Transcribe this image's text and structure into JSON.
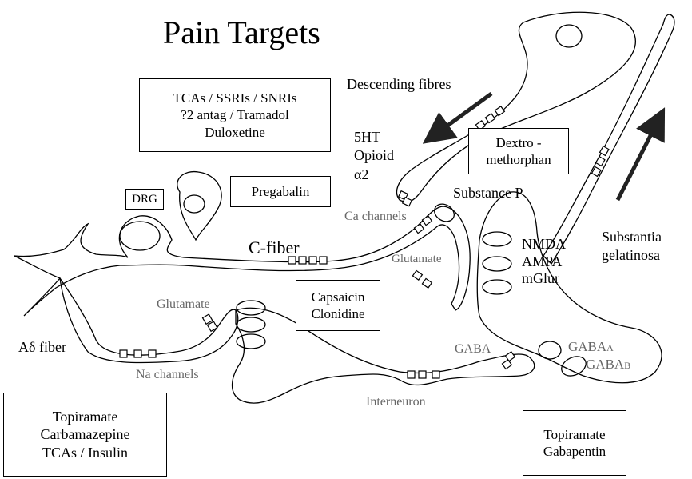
{
  "title": "Pain Targets",
  "boxes": {
    "antidepressants": [
      "TCAs  / SSRIs / SNRIs",
      "?2 antag   / Tramadol",
      "Duloxetine"
    ],
    "pregabalin": "Pregabalin",
    "dextromethorphan": [
      "Dextro -",
      "methorphan"
    ],
    "drg": "DRG",
    "capsaicin": [
      "Capsaicin",
      "Clonidine"
    ],
    "topiramate_left": [
      "Topiramate",
      "Carbamazepine",
      "TCAs / Insulin"
    ],
    "topiramate_right": [
      "Topiramate",
      "Gabapentin"
    ]
  },
  "labels": {
    "descending": "Descending fibres",
    "targets_5ht": [
      "5HT",
      "Opioid",
      "α2"
    ],
    "substance_p": "Substance P",
    "ca_channels": "Ca channels",
    "c_fiber": "C-fiber",
    "glutamate_upper": "Glutamate",
    "receptors": [
      "NMDA",
      "AMPA",
      "mGlur"
    ],
    "substantia": [
      "Substantia",
      "gelatinosa"
    ],
    "glutamate_lower": "Glutamate",
    "a_delta": "Aδ fiber",
    "na_channels": "Na channels",
    "gaba": "GABA",
    "gaba_a": "GABA",
    "gaba_a_sub": "A",
    "gaba_b": "GABA",
    "gaba_b_sub": "B",
    "interneuron": "Interneuron"
  }
}
